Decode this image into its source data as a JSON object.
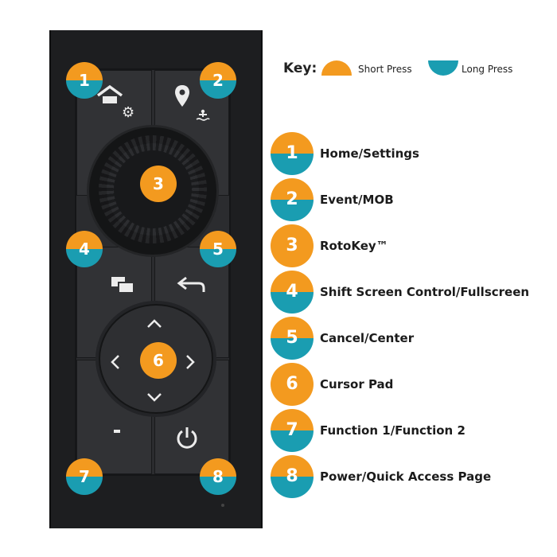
{
  "key": {
    "title": "Key:",
    "short_label": "Short Press",
    "long_label": "Long Press",
    "short_color": "#f39a1f",
    "long_color": "#1a9db1"
  },
  "remote_badges": [
    {
      "number": "1",
      "type": "split"
    },
    {
      "number": "2",
      "type": "split"
    },
    {
      "number": "3",
      "type": "short"
    },
    {
      "number": "4",
      "type": "split"
    },
    {
      "number": "5",
      "type": "split"
    },
    {
      "number": "6",
      "type": "short"
    },
    {
      "number": "7",
      "type": "split"
    },
    {
      "number": "8",
      "type": "split"
    }
  ],
  "legend": [
    {
      "number": "1",
      "label": "Home/Settings",
      "type": "split"
    },
    {
      "number": "2",
      "label": "Event/MOB",
      "type": "split"
    },
    {
      "number": "3",
      "label": "RotoKey™",
      "type": "short"
    },
    {
      "number": "4",
      "label": "Shift Screen Control/Fullscreen",
      "type": "split"
    },
    {
      "number": "5",
      "label": "Cancel/Center",
      "type": "split"
    },
    {
      "number": "6",
      "label": "Cursor Pad",
      "type": "short"
    },
    {
      "number": "7",
      "label": "Function 1/Function 2",
      "type": "split"
    },
    {
      "number": "8",
      "label": "Power/Quick Access Page",
      "type": "split"
    }
  ],
  "icons": {
    "home": "home-icon",
    "settings": "gear-icon",
    "event": "location-pin-icon",
    "mob": "man-overboard-icon",
    "shift_screen": "screens-icon",
    "cancel": "back-arrow-icon",
    "up": "chevron-up-icon",
    "down": "chevron-down-icon",
    "left": "chevron-left-icon",
    "right": "chevron-right-icon",
    "function": "dot-icon",
    "power": "power-icon"
  },
  "glyphs": {
    "gear": "⚙",
    "pin": "📍",
    "up": "˄",
    "down": "˅",
    "left": "‹",
    "right": "›",
    "dot": "·",
    "power": "⏻"
  }
}
